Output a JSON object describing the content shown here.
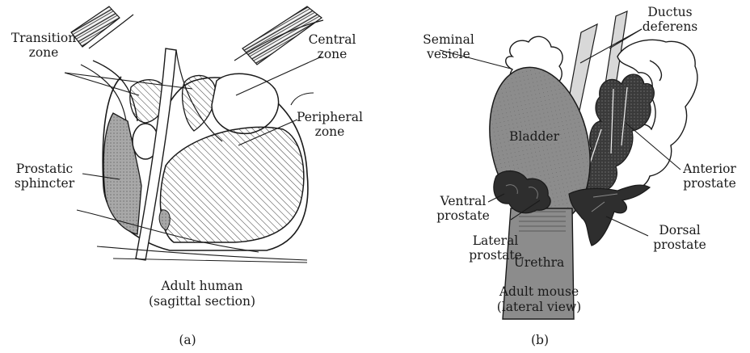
{
  "panel_a": {
    "labels": {
      "transition_zone": [
        "Transition",
        "zone"
      ],
      "central_zone": [
        "Central",
        "zone"
      ],
      "peripheral_zone": [
        "Peripheral",
        "zone"
      ],
      "prostatic_sphincter": [
        "Prostatic",
        "sphincter"
      ]
    },
    "caption": [
      "Adult human",
      "(sagittal section)"
    ],
    "letter": "(a)"
  },
  "panel_b": {
    "labels": {
      "seminal_vesicle": [
        "Seminal",
        "vesicle"
      ],
      "ductus_deferens": [
        "Ductus",
        "deferens"
      ],
      "bladder": "Bladder",
      "anterior_prostate": [
        "Anterior",
        "prostate"
      ],
      "ventral_prostate": [
        "Ventral",
        "prostate"
      ],
      "lateral_prostate": [
        "Lateral",
        "prostate"
      ],
      "dorsal_prostate": [
        "Dorsal",
        "prostate"
      ],
      "urethra": "Urethra"
    },
    "caption": [
      "Adult mouse",
      "(lateral view)"
    ],
    "letter": "(b)"
  },
  "colors": {
    "line": "#1a1a1a",
    "bladder_fill": "#8c8c8c",
    "gland_fill": "#3a3a3a",
    "sphincter_fill": "#a8a8a8"
  }
}
